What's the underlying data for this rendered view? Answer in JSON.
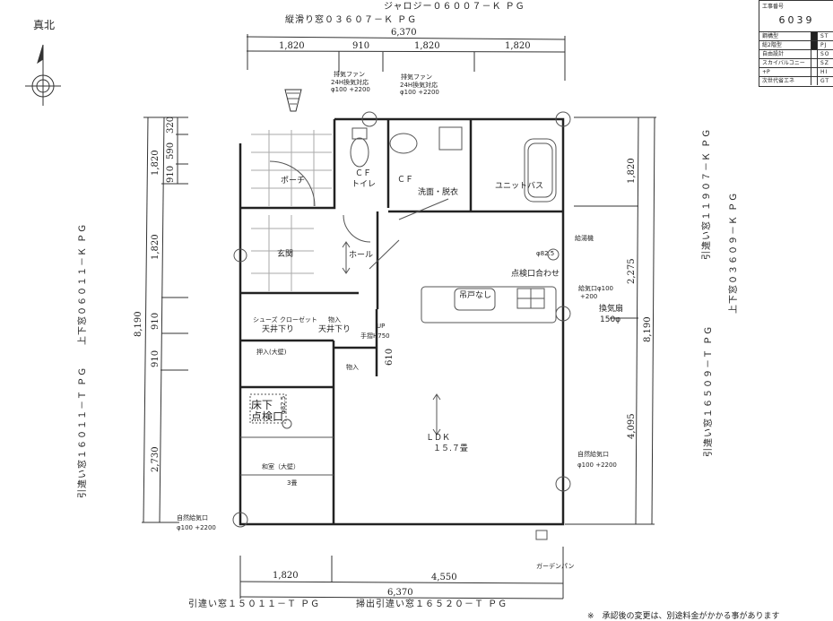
{
  "north": {
    "label": "真北"
  },
  "job": {
    "header": "工事番号",
    "number": "6039",
    "rows": [
      {
        "label": "鋼構型",
        "code": "ST",
        "checked": true
      },
      {
        "label": "総2階型",
        "code": "PJ",
        "checked": true
      },
      {
        "label": "自由設計",
        "code": "SO",
        "checked": false
      },
      {
        "label": "スカイバルコニー",
        "code": "SZ",
        "checked": false
      },
      {
        "label": "+P",
        "code": "HI",
        "checked": false
      },
      {
        "label": "次世代省エネ",
        "code": "GT",
        "checked": false
      }
    ]
  },
  "windows": {
    "top1": "ジャロジー０６００７－Ｋ ＰＧ",
    "top2": "縦滑り窓０３６０７－Ｋ ＰＧ",
    "left1": "上下窓０６０１１－Ｋ ＰＧ",
    "left2": "引違い窓１６０１１－Ｔ ＰＧ",
    "right1": "引違い窓１１９０７－Ｋ ＰＧ",
    "right2": "上下窓０３６０９－Ｋ ＰＧ",
    "right3": "引違い窓１６５０９－Ｔ ＰＧ",
    "bottom1": "引違い窓１５０１１－Ｔ ＰＧ",
    "bottom2": "掃出引違い窓１６５２０－Ｔ ＰＧ"
  },
  "dimensions": {
    "top_total": "6,370",
    "top": [
      "1,820",
      "910",
      "1,820",
      "1,820"
    ],
    "bottom": [
      "1,820",
      "4,550"
    ],
    "bottom_total": "6,370",
    "left_total": "8,190",
    "left": [
      "1,820",
      "1,820",
      "910",
      "910",
      "2,730"
    ],
    "left_inner": [
      "320",
      "590",
      "910"
    ],
    "right": [
      "1,820",
      "2,275",
      "4,095"
    ],
    "right_total": "8,190",
    "closet": "610"
  },
  "fans": [
    {
      "title": "排気ファン",
      "sub": "24H換気対応",
      "spec": "φ100 +2200"
    },
    {
      "title": "排気ファン",
      "sub": "24H換気対応",
      "spec": "φ100 +2200"
    }
  ],
  "rooms": {
    "porch": "ポーチ",
    "toilet_cf": "ＣＦ",
    "toilet": "トイレ",
    "wash_cf": "ＣＦ",
    "wash": "洗面・脱衣",
    "bath": "ユニットバス",
    "entrance": "玄関",
    "hall": "ホール",
    "shoes1": "シューズ クローゼット",
    "shoes2": "天井下り",
    "storage1": "物入",
    "storage2": "天井下り",
    "up": "UP",
    "handrail": "手摺H750",
    "oshiire": "押入(大壁)",
    "storage3": "物入",
    "underfloor1": "床下",
    "underfloor2": "点検口",
    "underfloor_dim": "φ82.5",
    "washitsu": "和室（大壁）",
    "washitsu_size": "3畳",
    "ldk": "ＬＤＫ",
    "ldk_size": "１５.７畳",
    "kitchen_cabinet": "吊戸なし"
  },
  "notes": {
    "water_heater": "給湯機",
    "inspect_dim": "φ82.5",
    "inspect": "点検口合わせ",
    "supply1": "給気口φ100",
    "supply1b": "+200",
    "fan": "換気扇",
    "fan_spec": "150φ",
    "natural_right": "自然給気口",
    "natural_right_spec": "φ100 +2200",
    "natural_left": "自然給気口",
    "natural_left_spec": "φ100 +2200",
    "garden_pan": "ガーデンパン",
    "footer": "※　承認後の変更は、別途料金がかかる事があります"
  }
}
